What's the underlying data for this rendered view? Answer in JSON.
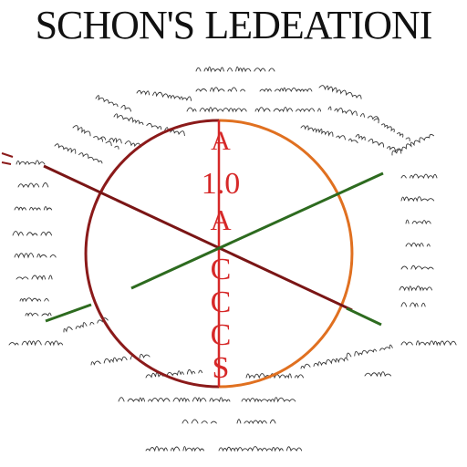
{
  "title": {
    "part1": "SCHON'S",
    "part2": "LEDEATIONI"
  },
  "diagram": {
    "center_letters": {
      "top": "A",
      "middle": "1.0",
      "lower": "A",
      "bottom": [
        "C",
        "C",
        "C",
        "S"
      ]
    },
    "colors": {
      "circle_left": "#8b1a1a",
      "circle_right": "#e07020",
      "line_dark": "#7a1515",
      "line_green": "#2d6b1f",
      "center_text": "#d62828"
    }
  }
}
